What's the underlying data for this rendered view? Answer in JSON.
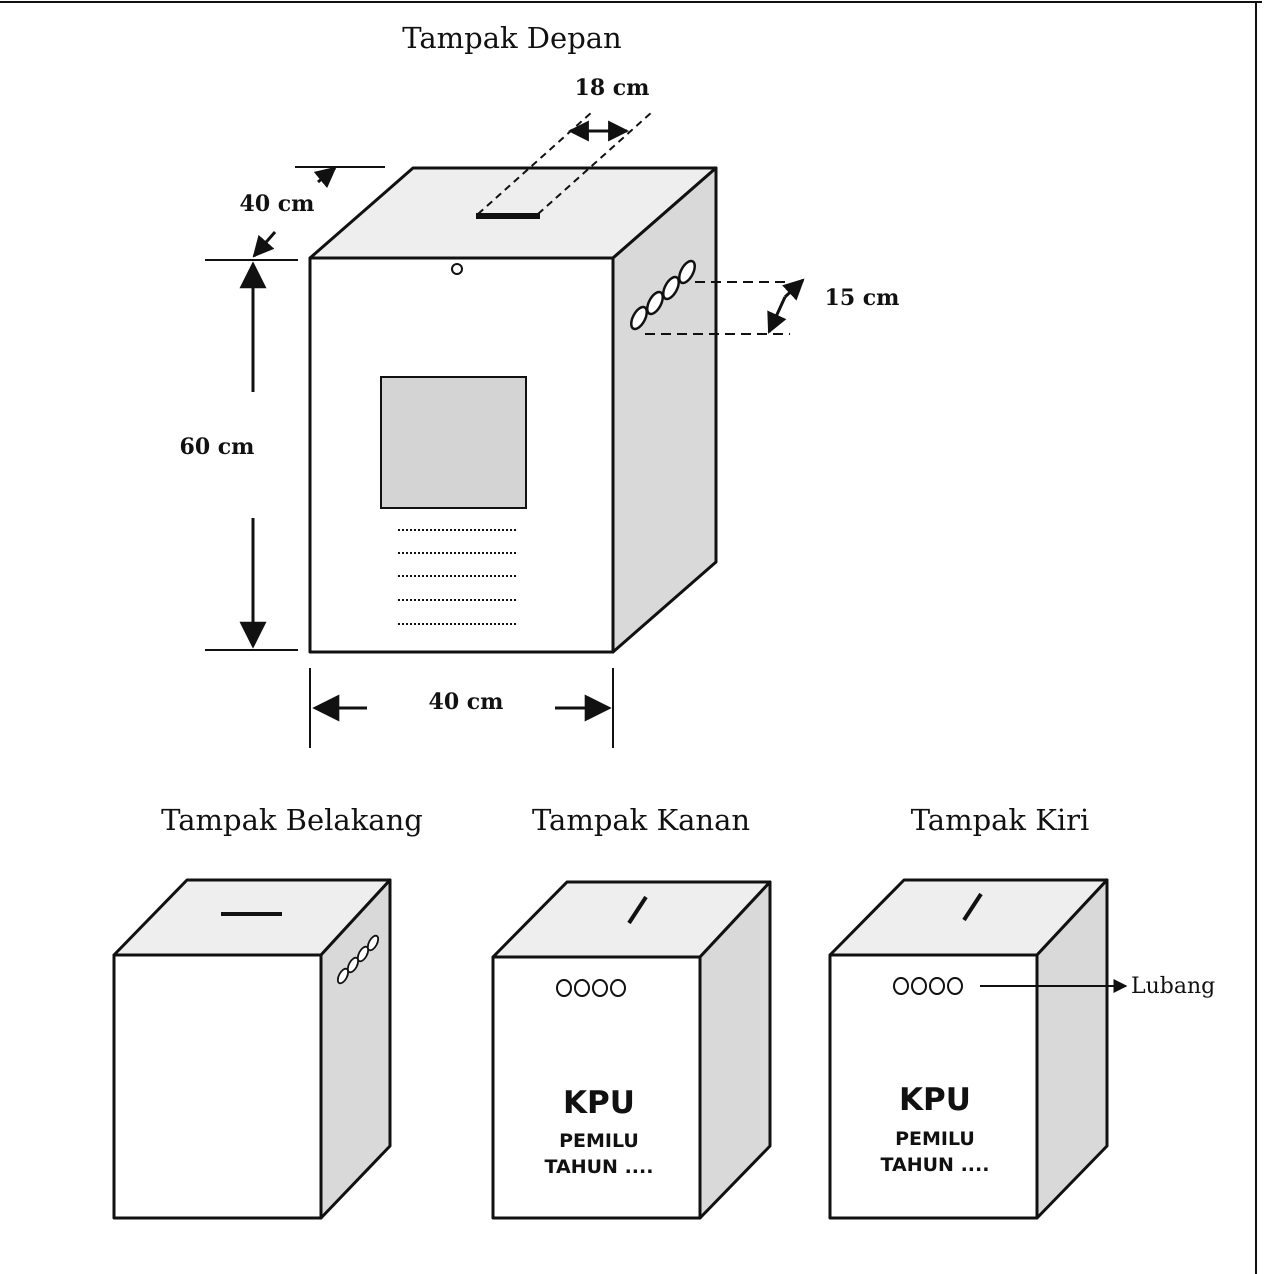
{
  "views": {
    "front": {
      "title": "Tampak Depan",
      "dims": {
        "slot_width": "18 cm",
        "depth": "40 cm",
        "height": "60 cm",
        "width": "40 cm",
        "holes_spacing": "15 cm"
      }
    },
    "back": {
      "title": "Tampak Belakang"
    },
    "right": {
      "title": "Tampak Kanan",
      "label_main": "KPU",
      "label_sub1": "PEMILU",
      "label_sub2": "TAHUN ...."
    },
    "left": {
      "title": "Tampak Kiri",
      "label_main": "KPU",
      "label_sub1": "PEMILU",
      "label_sub2": "TAHUN ....",
      "callout": "Lubang"
    }
  },
  "colors": {
    "line": "#111111",
    "side_fill": "#d9d9d9",
    "top_fill": "#eeeeee",
    "window_fill": "#d4d4d4",
    "face_fill": "#ffffff"
  }
}
